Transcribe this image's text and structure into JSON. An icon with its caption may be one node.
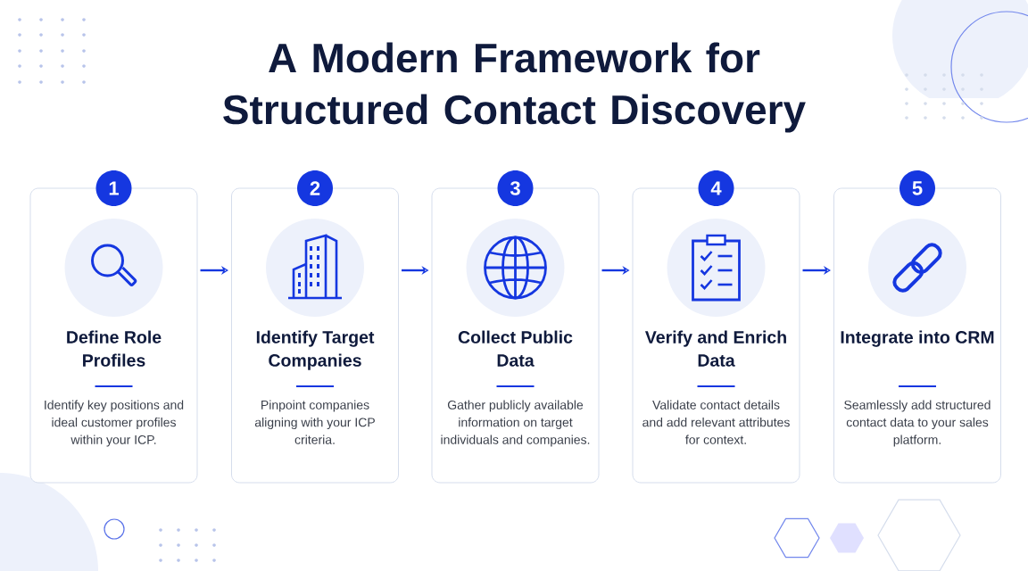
{
  "diagram": {
    "title": "A Modern Framework for Structured Contact Discovery",
    "nodes": [
      {
        "text": [
          "1",
          "Define Role Profiles",
          "Identify key positions and ideal customer profiles within your ICP."
        ]
      },
      {
        "text": [
          "2",
          "Identify Target Companies",
          "Pinpoint companies aligning with your ICP criteria."
        ]
      },
      {
        "text": [
          "3",
          "Collect Public Data",
          "Gather publicly available information on target individuals and companies."
        ]
      },
      {
        "text": [
          "4",
          "Verify and Enrich Data",
          "Validate contact details and add relevant attributes for context."
        ]
      },
      {
        "text": [
          "5",
          "Integrate into CRM",
          "Seamlessly add structured contact data to your sales platform."
        ]
      }
    ],
    "edges": [
      {
        "from": 0,
        "to": 1,
        "arrow": "to"
      },
      {
        "from": 1,
        "to": 2,
        "arrow": "to"
      },
      {
        "from": 2,
        "to": 3,
        "arrow": "to"
      },
      {
        "from": 3,
        "to": 4,
        "arrow": "to"
      }
    ]
  }
}
